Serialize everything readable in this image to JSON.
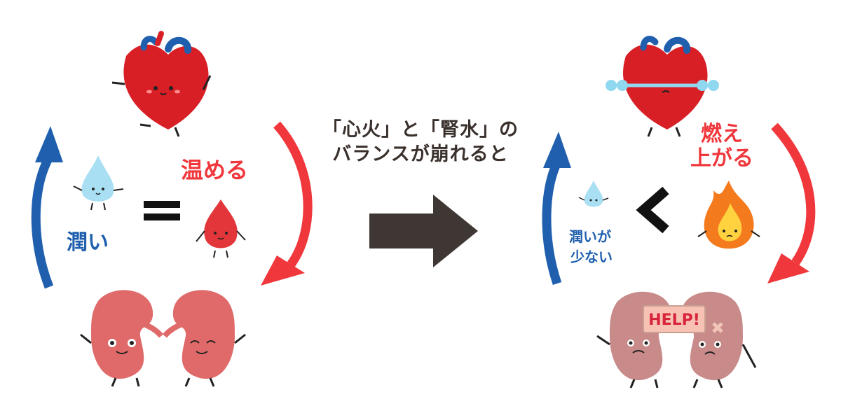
{
  "left": {
    "warm_label": "温める",
    "moist_label": "潤い"
  },
  "center": {
    "line1": "「心火」と「腎水」の",
    "line2": "バランスが崩れると"
  },
  "right": {
    "burn_line1": "燃え",
    "burn_line2": "上がる",
    "lack_line1": "潤いが",
    "lack_line2": "少ない",
    "help_sign": "HELP!"
  },
  "colors": {
    "red": "#f0373c",
    "blue": "#1f5fae",
    "heart": "#d81f26",
    "kidney": "#e06a6a",
    "kidney_sad": "#c98a8a",
    "water": "#a8dff3",
    "arrow_dark": "#3f3733"
  },
  "icons": [
    "heart-character",
    "kidney-character",
    "water-drop-character",
    "blood-drop-character",
    "fire-character",
    "equals-icon",
    "less-than-icon",
    "cycle-arrow-icon",
    "right-arrow-icon"
  ]
}
